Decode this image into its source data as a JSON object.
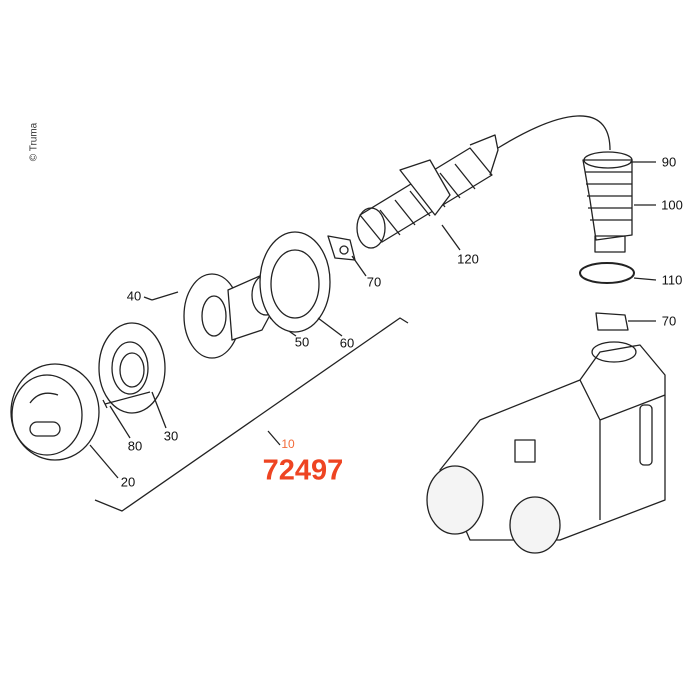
{
  "copyright": "© Truma",
  "callouts": {
    "c90": "90",
    "c100": "100",
    "c110": "110",
    "c70_right": "70",
    "c120": "120",
    "c70_mid": "70",
    "c40": "40",
    "c50": "50",
    "c60": "60",
    "c80": "80",
    "c30": "30",
    "c20": "20",
    "c10": "10"
  },
  "part_number": "72497",
  "colors": {
    "part_number": "#ee4422",
    "kit_label": "#f26b3a",
    "lines": "#222222"
  }
}
